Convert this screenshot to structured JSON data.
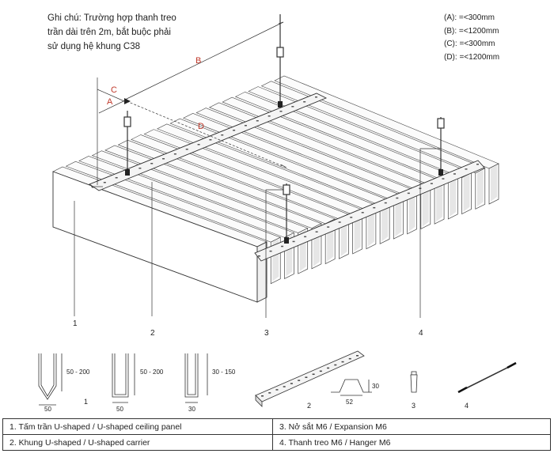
{
  "note": {
    "lines": [
      "Ghi chú: Trường hợp thanh treo",
      "trần dài trên 2m, bắt buộc phải",
      "sử dụng hệ khung C38"
    ]
  },
  "dimensions": [
    {
      "key": "(A):",
      "value": "=<300mm"
    },
    {
      "key": "(B):",
      "value": "=<1200mm"
    },
    {
      "key": "(C):",
      "value": "=<300mm"
    },
    {
      "key": "(D):",
      "value": "=<1200mm"
    }
  ],
  "dimension_letters": {
    "a": "A",
    "b": "B",
    "c": "C",
    "d": "D"
  },
  "callouts": [
    "1",
    "2",
    "3",
    "4"
  ],
  "parts": {
    "panel_1": {
      "height": "50 - 200",
      "width": "50",
      "number": "1"
    },
    "panel_2": {
      "height": "50 - 200",
      "width": "50"
    },
    "panel_3": {
      "height": "30 - 150",
      "width": "30"
    },
    "carrier": {
      "width": "52",
      "height": "30",
      "number": "2"
    },
    "anchor": {
      "number": "3"
    },
    "hanger": {
      "number": "4"
    }
  },
  "legend": [
    [
      "1. Tấm trần U-shaped / U-shaped ceiling panel",
      "3. Nở sắt M6 / Expansion M6"
    ],
    [
      "2. Khung U-shaped / U-shaped carrier",
      "4. Thanh treo M6 / Hanger M6"
    ]
  ]
}
